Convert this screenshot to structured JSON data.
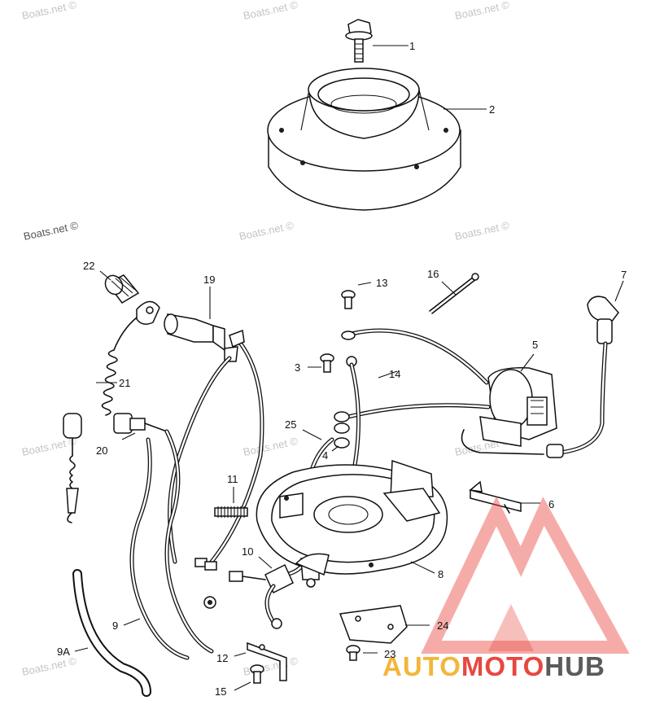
{
  "watermark": "Boats.net ©",
  "logo": {
    "part1": "AUTO",
    "part2": "MOTO",
    "part3": "HUB",
    "color_gold": "#f3b63a",
    "color_red": "#e8473f",
    "color_gray": "#5b5b5b"
  },
  "callouts": {
    "c1": "1",
    "c2": "2",
    "c3": "3",
    "c4": "4",
    "c5": "5",
    "c6": "6",
    "c7": "7",
    "c8": "8",
    "c9": "9",
    "c9a": "9A",
    "c10": "10",
    "c11": "11",
    "c12": "12",
    "c13": "13",
    "c14": "14",
    "c15": "15",
    "c16": "16",
    "c19": "19",
    "c20": "20",
    "c21": "21",
    "c22": "22",
    "c23": "23",
    "c24": "24",
    "c25": "25"
  }
}
